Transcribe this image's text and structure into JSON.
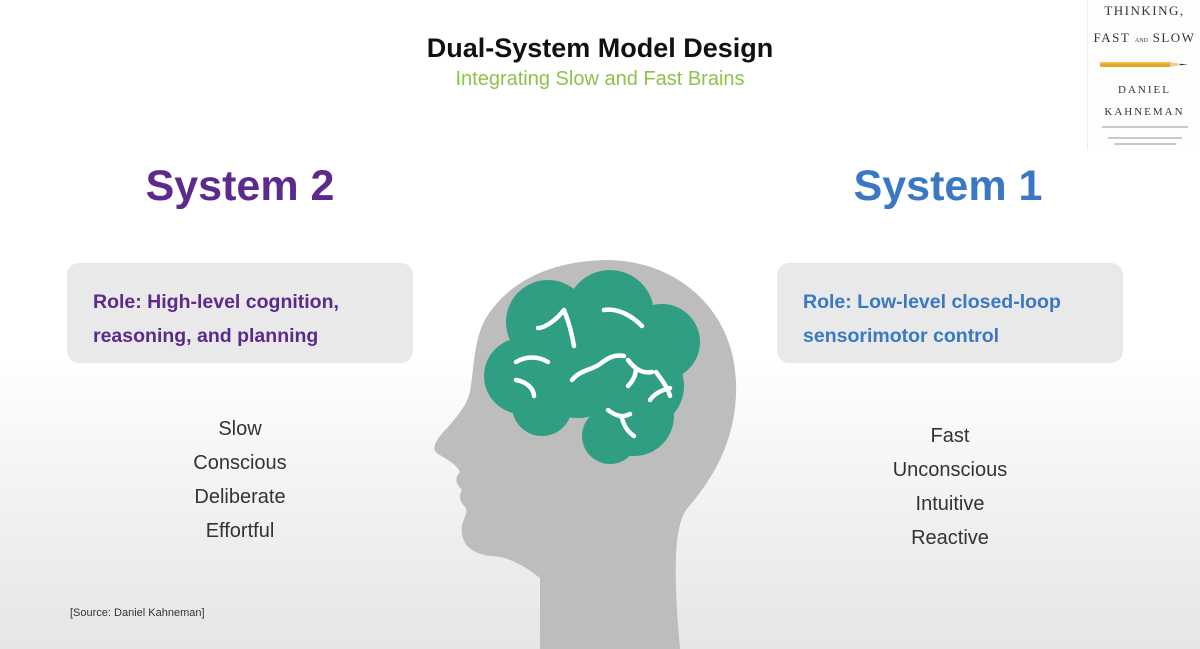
{
  "slide": {
    "title": "Dual-System Model Design",
    "subtitle": "Integrating Slow and Fast Brains",
    "source": "[Source: Daniel Kahneman]"
  },
  "system2": {
    "heading": "System 2",
    "role": "Role: High-level cognition, reasoning, and planning",
    "traits": [
      "Slow",
      "Conscious",
      "Deliberate",
      "Effortful"
    ]
  },
  "system1": {
    "heading": "System 1",
    "role": "Role: Low-level closed-loop sensorimotor control",
    "traits": [
      "Fast",
      "Unconscious",
      "Intuitive",
      "Reactive"
    ]
  },
  "book": {
    "title_line1": "THINKING,",
    "title_line2": "FAST",
    "title_and": "AND",
    "title_line3": "SLOW",
    "author_first": "DANIEL",
    "author_last": "KAHNEMAN"
  },
  "colors": {
    "system2": "#5b2a8c",
    "system1": "#3a78c4",
    "subtitle": "#8bc34a",
    "brain": "#2f9e82",
    "head": "#bdbdbd"
  }
}
